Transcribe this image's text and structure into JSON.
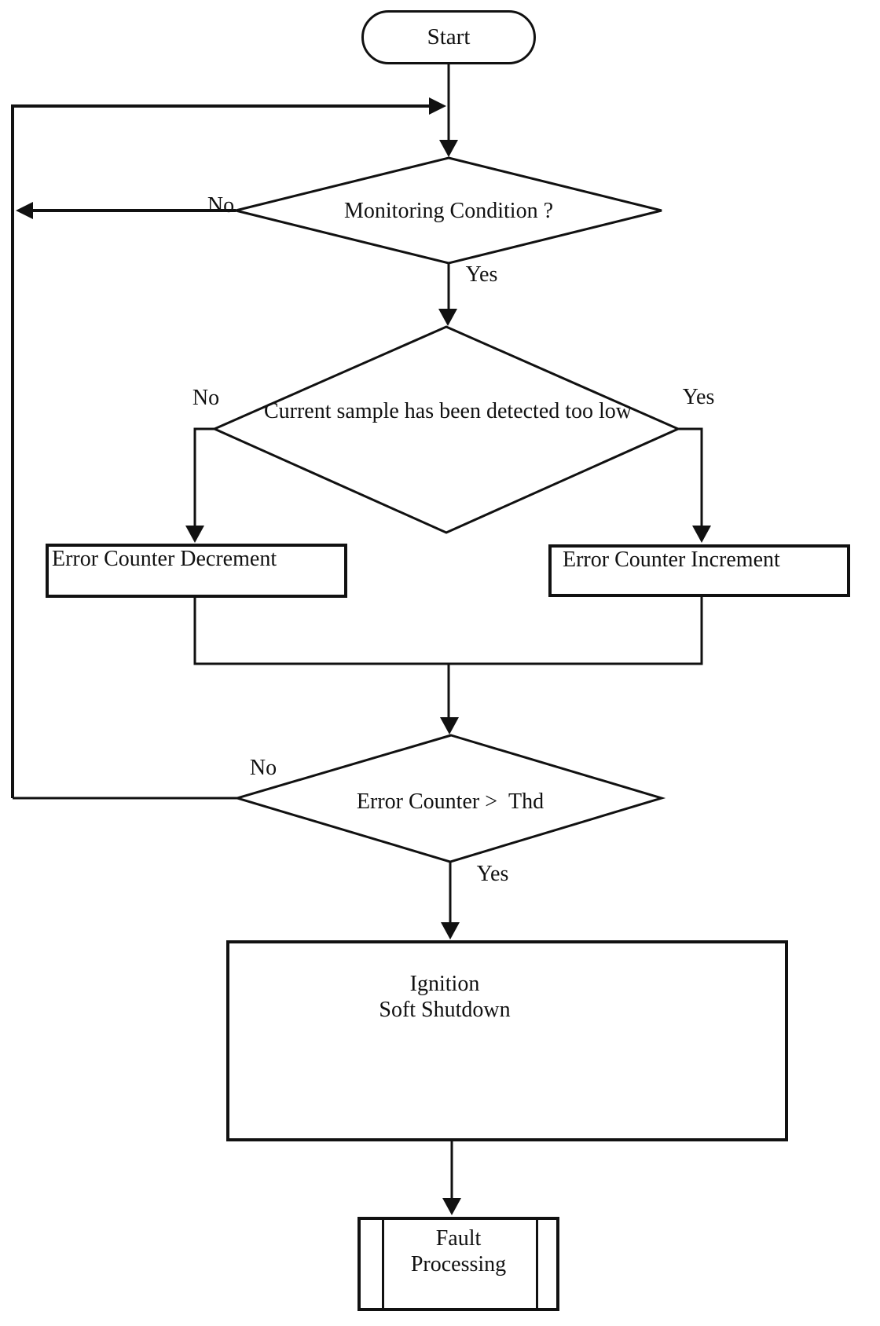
{
  "diagram": {
    "title": "ignition fault monitoring flowchart",
    "colors": {
      "line": "#111111",
      "background": "#ffffff",
      "text": "#111111"
    },
    "nodes": {
      "start": {
        "type": "terminator",
        "label": "Start"
      },
      "monitoring": {
        "type": "decision",
        "label": "Monitoring Condition ?"
      },
      "sample": {
        "type": "decision",
        "label": "Current sample has been detected too low"
      },
      "decrement": {
        "type": "process",
        "label": "Error Counter Decrement"
      },
      "increment": {
        "type": "process",
        "label": "Error Counter Increment"
      },
      "threshold": {
        "type": "decision",
        "label": "Error Counter >  Thd"
      },
      "shutdown": {
        "type": "process",
        "line1": "Ignition",
        "line2": "Soft Shutdown"
      },
      "fault": {
        "type": "predefined-process",
        "line1": "Fault",
        "line2": "Processing"
      }
    },
    "edge_labels": {
      "monitoring_no": "No",
      "monitoring_yes": "Yes",
      "sample_no": "No",
      "sample_yes": "Yes",
      "threshold_no": "No",
      "threshold_yes": "Yes"
    }
  }
}
